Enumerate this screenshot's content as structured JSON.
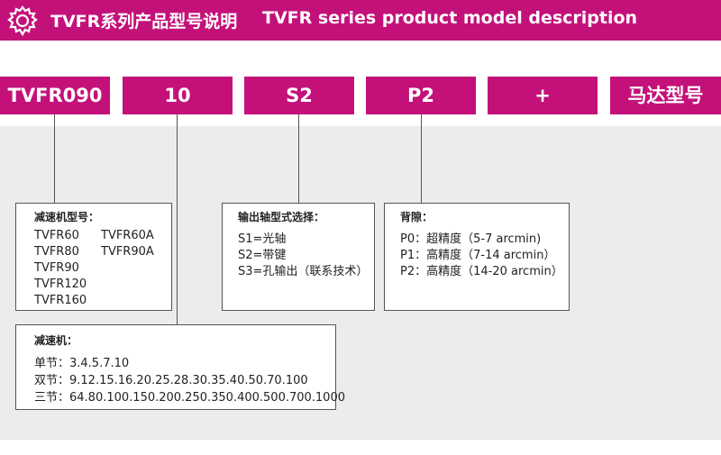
{
  "header": {
    "title_cn": "TVFR系列产品型号说明",
    "title_en": "TVFR series product model description",
    "icon": "gear-icon"
  },
  "codes": [
    "TVFR090",
    "10",
    "S2",
    "P2",
    "+",
    "马达型号"
  ],
  "model_box": {
    "title": "减速机型号：",
    "col1": [
      "TVFR60",
      "TVFR80",
      "TVFR90",
      "TVFR120",
      "TVFR160"
    ],
    "col2": [
      "TVFR60A",
      "TVFR90A"
    ]
  },
  "shaft_box": {
    "title": "输出轴型式选择：",
    "lines": [
      "S1=光轴",
      "S2=带键",
      "S3=孔输出（联系技术）"
    ]
  },
  "backlash_box": {
    "title": "背隙：",
    "lines": [
      "P0：超精度（5-7 arcmin)",
      "P1：高精度（7-14 arcmin）",
      "P2：高精度（14-20 arcmin）"
    ]
  },
  "ratio_box": {
    "title": "减速机：",
    "lines": [
      "单节：3.4.5.7.10",
      "双节：9.12.15.16.20.25.28.30.35.40.50.70.100",
      "三节：64.80.100.150.200.250.350.400.500.700.1000"
    ]
  },
  "colors": {
    "brand": "#c4117a",
    "panel": "#ececec"
  }
}
